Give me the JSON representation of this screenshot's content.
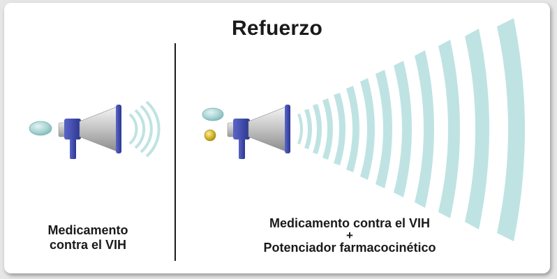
{
  "diagram": {
    "title": "Refuerzo",
    "left_panel": {
      "caption_line1": "Medicamento",
      "caption_line2": "contra el VIH"
    },
    "right_panel": {
      "caption_line1": "Medicamento contra el VIH",
      "caption_plus": "+",
      "caption_line2": "Potenciador farmacocinético"
    },
    "colors": {
      "pill_teal": "#a8d4d4",
      "booster_gold": "#d8b830",
      "megaphone_blue": "#3c48a8",
      "megaphone_silver": "#c8c8c8",
      "wave_teal": "#bfe3e3"
    }
  }
}
